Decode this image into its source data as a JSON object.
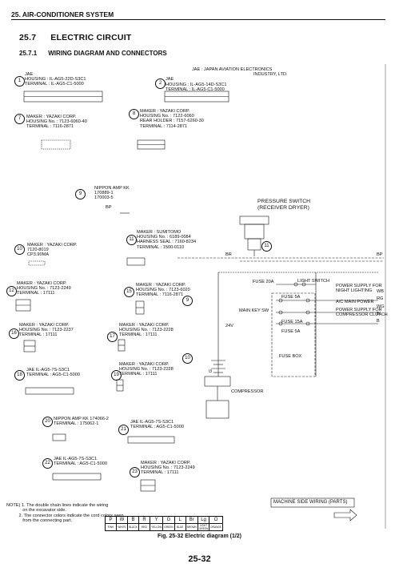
{
  "header": {
    "system": "25. AIR-CONDITIONER SYSTEM"
  },
  "section": {
    "number": "25.7",
    "title": "ELECTRIC CIRCUIT"
  },
  "subsection": {
    "number": "25.7.1",
    "title": "WIRING DIAGRAM AND CONNECTORS"
  },
  "connectors": [
    {
      "id": "1",
      "lines": [
        "JAE",
        "HOUSING : IL-AG5-22D-S3C1",
        "TERMINAL : IL-AG5-C1-5000"
      ]
    },
    {
      "id": "2",
      "lines": [
        "JAE : JAPAN AVIATION ELECTRONICS",
        "INDUSTRY, LTD.",
        "JAE",
        "HOUSING : IL-AG5-14D-S3C1",
        "TERMINAL : IL-AG5-C1-5000"
      ]
    },
    {
      "id": "7",
      "lines": [
        "MAKER : YAZAKI CORP.",
        "HOUSING No. : 7123-6060-40",
        "TERMINAL : 7116-2871"
      ]
    },
    {
      "id": "8",
      "lines": [
        "MAKER : YAZAKI CORP.",
        "HOUSING No. : 7122-6060",
        "REAR HOLDER : 7157-6260-30",
        "TERMINAL : 7114-2871"
      ]
    },
    {
      "id": "9",
      "lines": [
        "NIPPON AMP KK",
        "170889-1",
        "170003-5"
      ]
    },
    {
      "id": "10",
      "lines": [
        "MAKER : YAZAKI CORP.",
        "7120-8019",
        "CP3.90MA"
      ]
    },
    {
      "id": "11",
      "lines": [
        "MAKER : SUMITOMO",
        "HOUSING No. : 6189-0084",
        "HARNESS SEAL : 7160-8234",
        "TERMINAL : 1500-0110"
      ]
    },
    {
      "id": "12",
      "lines": [
        "MAKER : YAZAKI CORP.",
        "HOUSING No. : 7123-2249",
        "TERMINAL : 17111"
      ]
    },
    {
      "id": "15",
      "lines": [
        "MAKER : YAZAKI CORP.",
        "HOUSING No. : 7123-6020",
        "TERMINAL : 7116-2871"
      ]
    },
    {
      "id": "16",
      "lines": [
        "MAKER : YAZAKI CORP.",
        "HOUSING No. : 7123-2237",
        "TERMINAL : 17111"
      ]
    },
    {
      "id": "17",
      "lines": [
        "MAKER : YAZAKI CORP.",
        "HOUSING No. : 7123-2228",
        "TERMINAL : 17111"
      ]
    },
    {
      "id": "18",
      "lines": [
        "JAE IL-AG5-7S-S3C1",
        "TERMINAL : AG5-C1-5000"
      ]
    },
    {
      "id": "19",
      "lines": [
        "MAKER : YAZAKI CORP.",
        "HOUSING No. : 7123-2228",
        "TERMINAL : 17111"
      ]
    },
    {
      "id": "20",
      "lines": [
        "NIPPON AMP KK 174066-2",
        "TERMINAL : 175062-1"
      ]
    },
    {
      "id": "21",
      "lines": [
        "JAE IL-AG5-7S-S3C1",
        "TERMINAL : AG5-C1-5000"
      ]
    },
    {
      "id": "22",
      "lines": [
        "JAE IL-AG5-7S-S3C1",
        "TERMINAL : AG5-C1-5000"
      ]
    },
    {
      "id": "23",
      "lines": [
        "MAKER : YAZAKI CORP.",
        "HOUSING No. : 7123-2249",
        "TERMINAL : 17111"
      ]
    }
  ],
  "callouts": [
    "9",
    "10",
    "11"
  ],
  "labels": {
    "bp_small": "BP",
    "pressure_switch": "PRESSURE SWITCH",
    "receiver_dryer": "(RECEIVER DRYER)",
    "br": "BR",
    "fuse20a": "FUSE 20A",
    "light_switch": "LIGHT SWITCH",
    "power_night": "POWER SUPPLY FOR",
    "power_night2": "NIGHT LIGHTING",
    "main_key_sw": "MAIN KEY SW",
    "fuse5a_top": "FUSE 5A",
    "fuse15a": "FUSE 15A",
    "fuse5a": "FUSE 5A",
    "ac_main_power": "A/C MAIN POWER",
    "power_clutch": "POWER SUPPLY FOR",
    "power_clutch2": "COMPRESSOR CLUTCH",
    "fuse_box": "FUSE BOX",
    "v24": "24V",
    "compressor": "COMPRESSOR",
    "g": "G",
    "machine_side": "MACHINE SIDE WIRING (PARTS)"
  },
  "wire_codes": [
    "BP",
    "WB",
    "RG",
    "WG",
    "BL",
    "B"
  ],
  "notes": [
    "NOTE) 1. The double chain lines indicate the wiring",
    "             on the excavator side.",
    "          2. The connector colors indicate the cord colors seen",
    "             from the connecting part."
  ],
  "color_legend": {
    "codes": [
      "P",
      "W",
      "B",
      "R",
      "Y",
      "G",
      "L",
      "Br",
      "Lg",
      "O"
    ],
    "names": [
      "PINK",
      "WHITE",
      "BLACK",
      "RED",
      "YELLOW",
      "GREEN",
      "BLUE",
      "BROWN",
      "LIGHT GREEN",
      "ORANGE"
    ]
  },
  "caption": "Fig. 25-32 Electric diagram (1/2)",
  "page_number": "25-32"
}
